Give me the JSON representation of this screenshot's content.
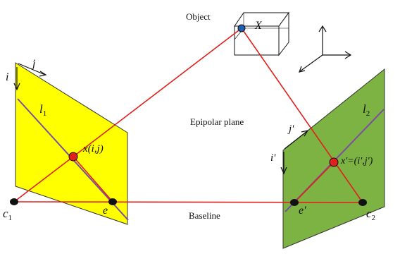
{
  "labels": {
    "object": "Object",
    "X": "X",
    "j": "j",
    "i": "i",
    "l1": "l",
    "l1_sub": "1",
    "x": "x(i,j)",
    "epipolar_plane": "Epipolar plane",
    "l2": "l",
    "l2_sub": "2",
    "j_prime": "j'",
    "i_prime": "i'",
    "x_prime": "x'=(i',j')",
    "c1": "c",
    "c1_sub": "1",
    "e": "e",
    "baseline": "Baseline",
    "e_prime": "e'",
    "c2": "c",
    "c2_sub": "2"
  },
  "colors": {
    "left_plane": "#ffff00",
    "right_plane": "#7cb342",
    "ray_lines": "#e0201c",
    "epipolar_lines": "#7b4fa0",
    "image_points": "#e0201c",
    "object_point": "#1f5fb0",
    "camera_centers": "#111111"
  }
}
